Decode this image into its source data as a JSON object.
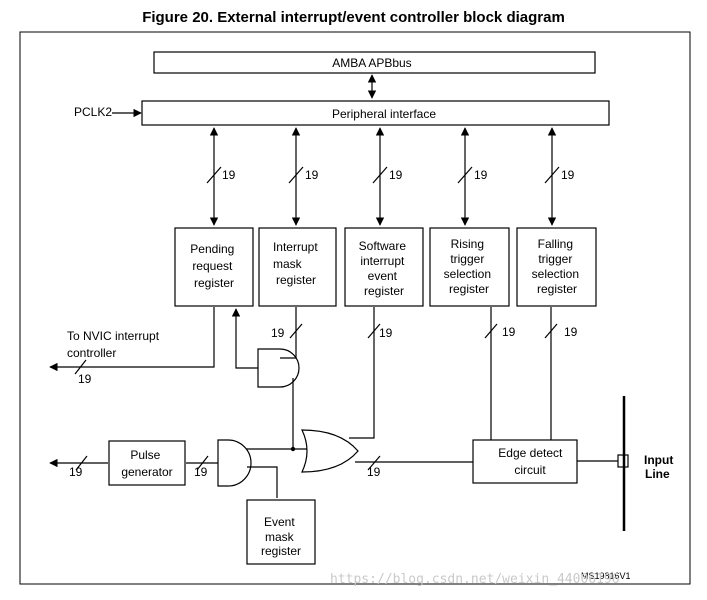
{
  "title": "Figure 20. External interrupt/event controller block diagram",
  "blocks": {
    "amba": "AMBA APBbus",
    "peripheral": "Peripheral interface",
    "pclk": "PCLK2",
    "pending": [
      "Pending",
      "request",
      "register"
    ],
    "interrupt_mask": [
      "Interrupt",
      "mask",
      "register"
    ],
    "software": [
      "Software",
      "interrupt",
      "event",
      "register"
    ],
    "rising": [
      "Rising",
      "trigger",
      "selection",
      "register"
    ],
    "falling": [
      "Falling",
      "trigger",
      "selection",
      "register"
    ],
    "pulse": [
      "Pulse",
      "generator"
    ],
    "event_mask": [
      "Event",
      "mask",
      "register"
    ],
    "edge_detect": [
      "Edge detect",
      "circuit"
    ],
    "input_line": [
      "Input",
      "Line"
    ]
  },
  "labels": {
    "nvic": [
      "To NVIC interrupt",
      "controller"
    ],
    "bus_width": "19",
    "ref": "MS19816V1",
    "watermark": "https://blog.csdn.net/weixin_44006196"
  }
}
